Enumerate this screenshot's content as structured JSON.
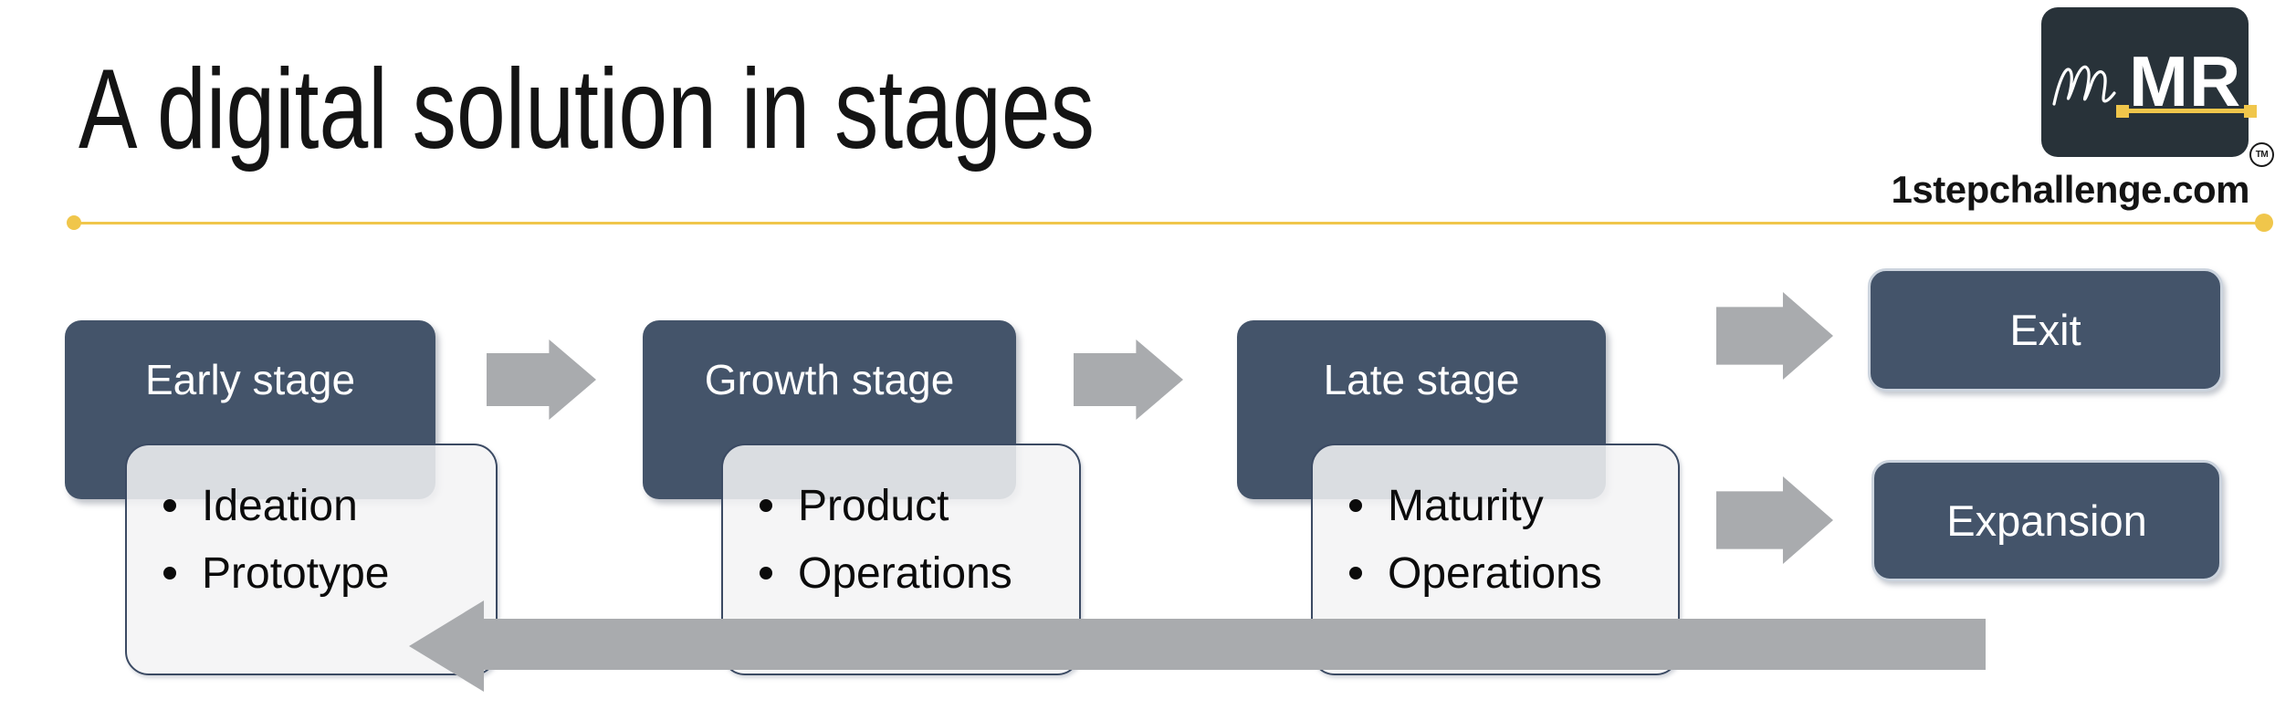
{
  "title": "A digital solution in stages",
  "branding": {
    "logo_script": "m",
    "logo_mr": "MR",
    "trademark": "TM",
    "website": "1stepchallenge.com"
  },
  "stages": [
    {
      "label": "Early stage",
      "bullets": [
        "Ideation",
        "Prototype"
      ]
    },
    {
      "label": "Growth stage",
      "bullets": [
        "Product",
        "Operations"
      ]
    },
    {
      "label": "Late stage",
      "bullets": [
        "Maturity",
        "Operations"
      ]
    }
  ],
  "outcomes": [
    {
      "label": "Exit"
    },
    {
      "label": "Expansion"
    }
  ],
  "icons": {
    "forward_arrow": "right-block-arrow",
    "return_arrow": "left-return-arrow"
  },
  "colors": {
    "stage_fill": "#44546a",
    "panel_fill": "#f3f3f5",
    "panel_border": "#3b4a63",
    "arrow_gray": "#a9abae",
    "accent_yellow": "#f0c64b",
    "logo_bg": "#283239",
    "text_dark": "#141414",
    "text_light": "#ffffff"
  }
}
